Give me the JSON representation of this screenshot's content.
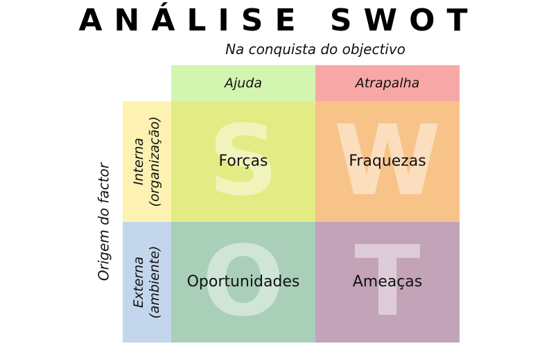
{
  "title": "ANÁLISE SWOT",
  "subtitle": "Na conquista do objectivo",
  "columns": [
    {
      "label": "Ajuda",
      "color": "#d2f5b0"
    },
    {
      "label": "Atrapalha",
      "color": "#f8a7a7"
    }
  ],
  "axis_label": "Origem do factor",
  "rows": [
    {
      "line1": "Interna",
      "line2": "(organização)",
      "color": "#fdf2b2"
    },
    {
      "line1": "Externa",
      "line2": "(ambiente)",
      "color": "#c3d6ec"
    }
  ],
  "quadrants": [
    {
      "letter": "S",
      "label": "Forças",
      "color": "#e3ec84"
    },
    {
      "letter": "W",
      "label": "Fraquezas",
      "color": "#f8c389"
    },
    {
      "letter": "O",
      "label": "Oportunidades",
      "color": "#a9cfb9"
    },
    {
      "letter": "T",
      "label": "Ameaças",
      "color": "#c2a3b8"
    }
  ]
}
